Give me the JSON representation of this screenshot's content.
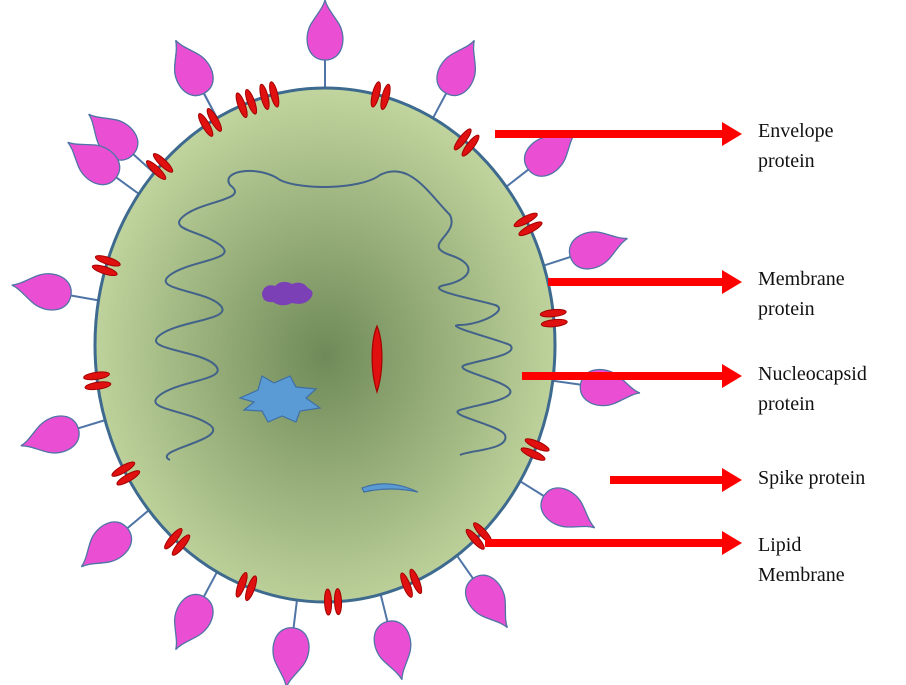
{
  "diagram": {
    "subject": "Virus particle structure",
    "labels": [
      {
        "id": "envelope",
        "lines": [
          "Envelope",
          "protein"
        ]
      },
      {
        "id": "membrane",
        "lines": [
          "Membrane",
          "protein"
        ]
      },
      {
        "id": "nucleocapsid",
        "lines": [
          "Nucleocapsid",
          "protein"
        ]
      },
      {
        "id": "spike",
        "lines": [
          "Spike protein"
        ]
      },
      {
        "id": "lipid",
        "lines": [
          "Lipid",
          "Membrane"
        ]
      }
    ],
    "colors": {
      "body_center": "#6f8a58",
      "body_edge": "#c6d9a2",
      "outline": "#3d6a8e",
      "spike_fill": "#ea4fd3",
      "spike_stroke": "#4f74a6",
      "protein_red": "#e01010",
      "protein_outline": "#a30000",
      "arrow_red": "#ff0000",
      "rna_line": "#42628a",
      "purple_blob": "#7b3fb6",
      "blue_star": "#5b9bd5"
    }
  }
}
